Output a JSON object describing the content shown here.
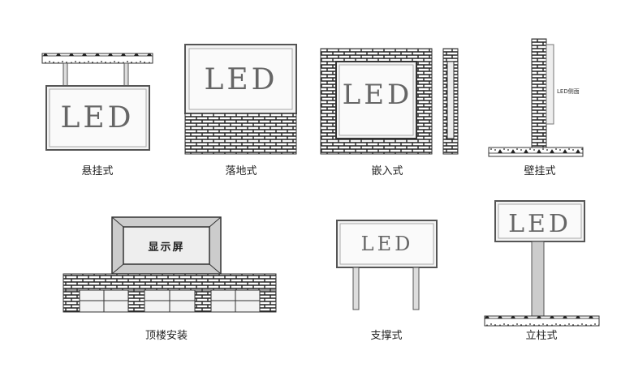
{
  "items": [
    {
      "label": "悬挂式",
      "sign": "LED"
    },
    {
      "label": "落地式",
      "sign": "LED"
    },
    {
      "label": "嵌入式",
      "sign": "LED"
    },
    {
      "label": "壁挂式",
      "sign": "LED侧面"
    },
    {
      "label": "顶楼安装",
      "sign": "显示屏"
    },
    {
      "label": "支撑式",
      "sign": "LED"
    },
    {
      "label": "立柱式",
      "sign": "LED"
    }
  ],
  "colors": {
    "line": "#333333",
    "panel": "#eeeeee",
    "frame": "#cccccc"
  }
}
